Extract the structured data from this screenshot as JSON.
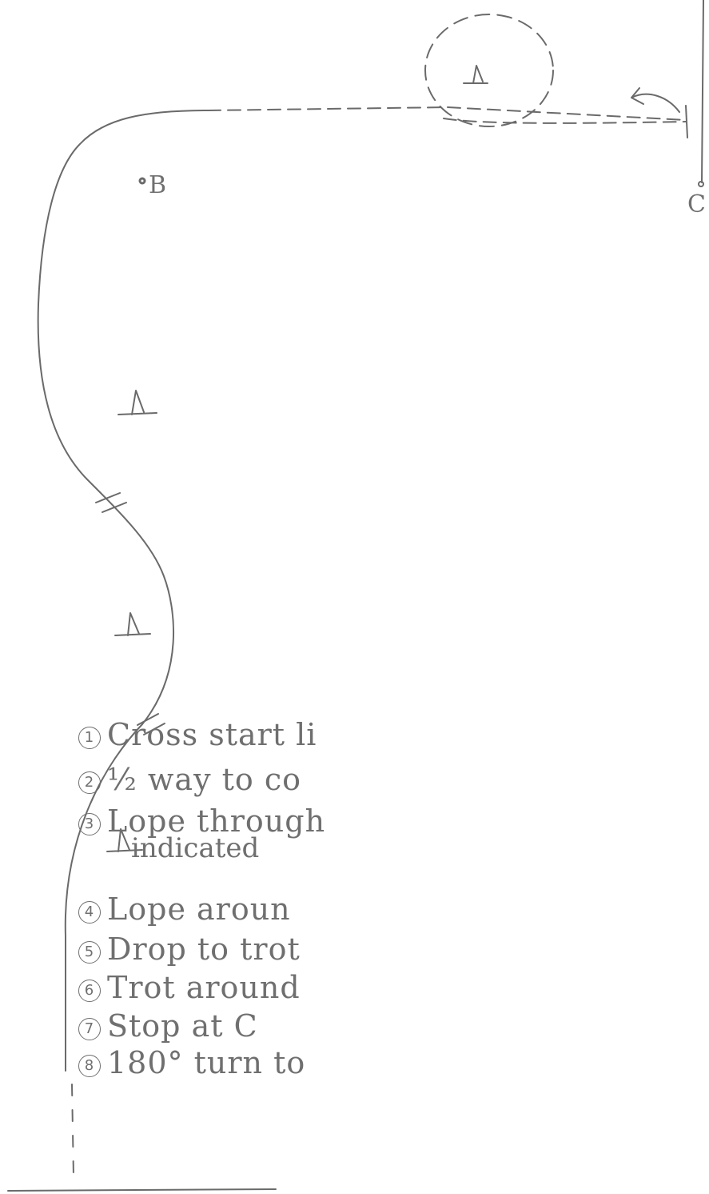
{
  "labels": {
    "point_b": "B",
    "point_c": "C"
  },
  "steps": [
    {
      "num": "1",
      "text": "Cross start li"
    },
    {
      "num": "2",
      "text": "½ way to co"
    },
    {
      "num": "3",
      "text": "Lope through"
    },
    {
      "num": "4",
      "text": "Lope aroun"
    },
    {
      "num": "5",
      "text": "Drop to trot"
    },
    {
      "num": "6",
      "text": "Trot around"
    },
    {
      "num": "7",
      "text": "Stop at C"
    },
    {
      "num": "8",
      "text": "180° turn to"
    }
  ],
  "step_3_continued": "indicated",
  "colors": {
    "ink": "#6a6a6a"
  }
}
